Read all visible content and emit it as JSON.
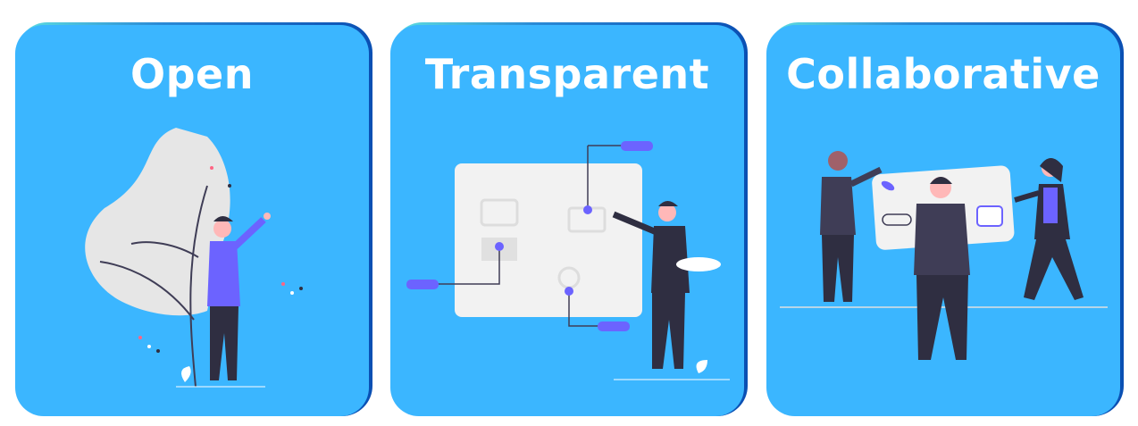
{
  "cards": [
    {
      "title": "Open"
    },
    {
      "title": "Transparent"
    },
    {
      "title": "Collaborative"
    }
  ],
  "colors": {
    "card_bg": "#3bb6ff",
    "accent": "#6c63ff",
    "dark": "#2f2e41"
  }
}
